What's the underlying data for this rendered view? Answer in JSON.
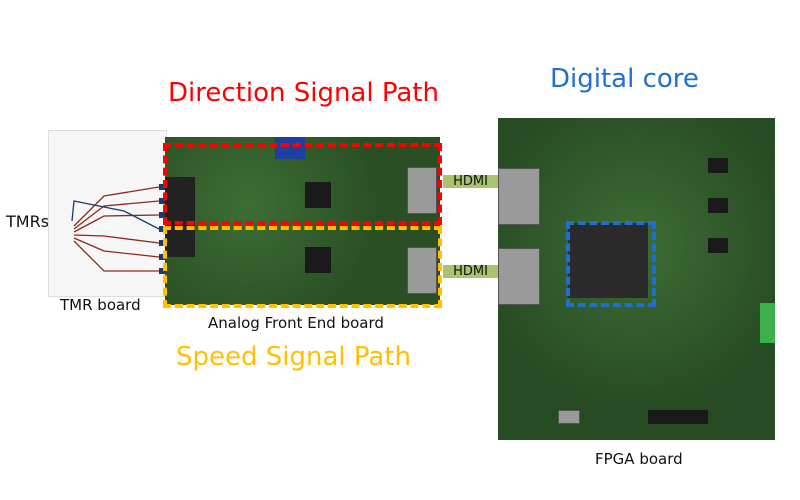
{
  "titles": {
    "direction": "Direction Signal Path",
    "digital": "Digital core",
    "speed": "Speed Signal Path"
  },
  "labels": {
    "tmrs": "TMRs",
    "tmr_board": "TMR board",
    "afe_board": "Analog Front End board",
    "fpga_board": "FPGA board"
  },
  "connectors": [
    "HDMI",
    "HDMI"
  ],
  "colors": {
    "direction": "#ff0000",
    "digital": "#1f6fd0",
    "speed": "#ffc000",
    "hdmi": "#a9c46c"
  }
}
